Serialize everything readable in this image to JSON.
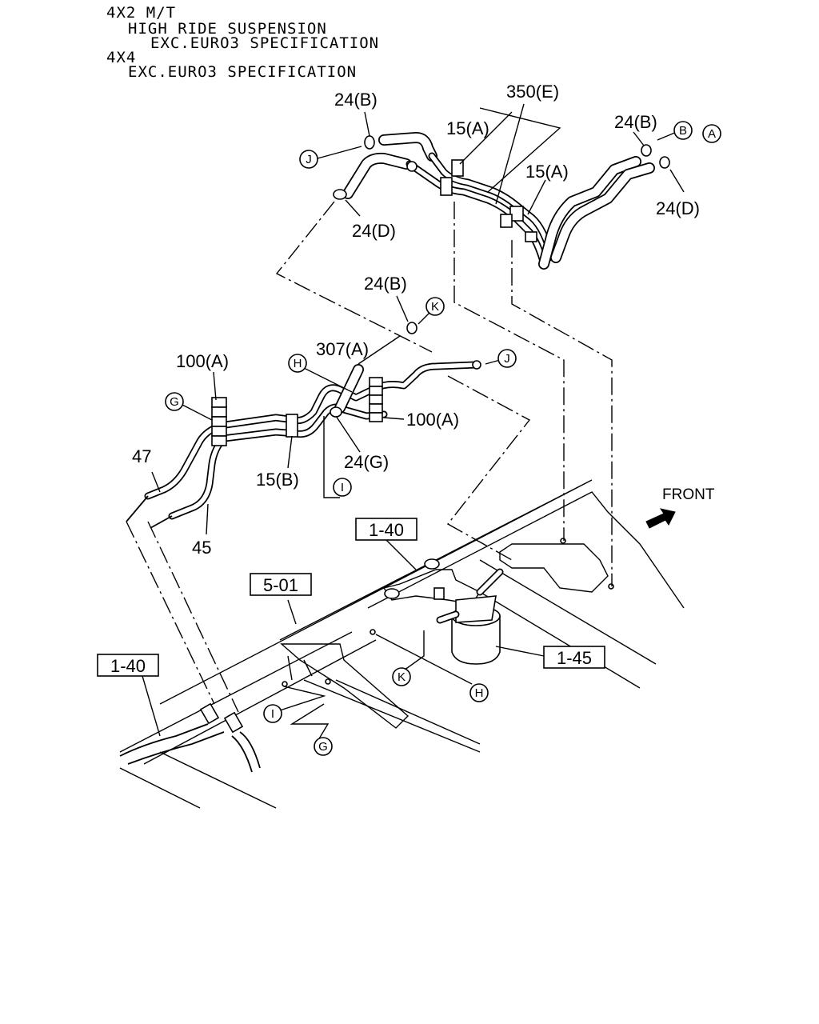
{
  "header": {
    "lines": [
      "4X2 M/T",
      "HIGH RIDE SUSPENSION",
      "EXC.EURO3 SPECIFICATION",
      "4X4",
      "EXC.EURO3 SPECIFICATION"
    ]
  },
  "labels": {
    "p24b_top": "24(B)",
    "p350e": "350(E)",
    "p15a_1": "15(A)",
    "p15a_2": "15(A)",
    "p24b_right": "24(B)",
    "p24d_right": "24(D)",
    "p24d_left": "24(D)",
    "p24b_mid": "24(B)",
    "p307a": "307(A)",
    "p100a_left": "100(A)",
    "p100a_right": "100(A)",
    "p24g": "24(G)",
    "p15b": "15(B)",
    "p47": "47",
    "p45": "45",
    "front": "FRONT"
  },
  "callouts": {
    "J_top": "J",
    "B": "B",
    "A": "A",
    "K_mid": "K",
    "H_mid": "H",
    "J_mid": "J",
    "G_mid": "G",
    "I_mid": "I",
    "K_low": "K",
    "H_low": "H",
    "I_low": "I",
    "G_low": "G"
  },
  "boxes": {
    "ref_1_40_top": "1-40",
    "ref_5_01": "5-01",
    "ref_1_40_left": "1-40",
    "ref_1_45": "1-45"
  }
}
